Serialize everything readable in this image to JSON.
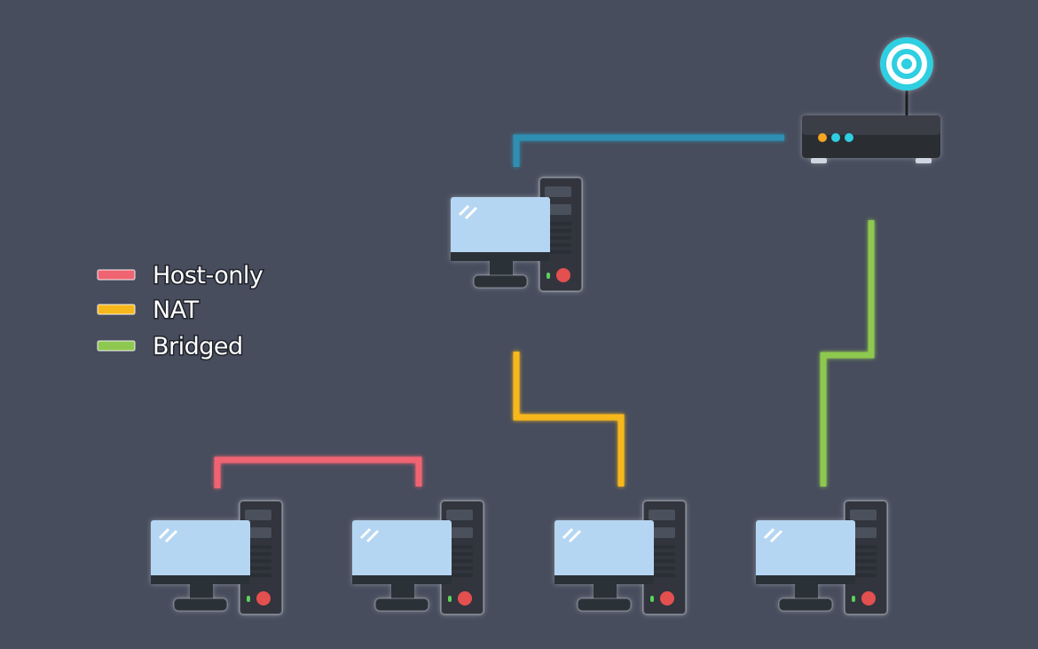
{
  "legend": {
    "items": [
      {
        "label": "Host-only",
        "color": "#f06472"
      },
      {
        "label": "NAT",
        "color": "#f7b81b"
      },
      {
        "label": "Bridged",
        "color": "#8ec850"
      }
    ]
  },
  "colors": {
    "background": "#474d5d",
    "router_link": "#2f8fb3",
    "monitor_screen": "#b5d6f2",
    "tower_body": "#3a3e47",
    "power_button": "#e44f4f",
    "power_led": "#5bd15b",
    "router_body": "#2a2d33",
    "wifi_ring": "#2ecfe0"
  },
  "icons": {
    "router": "router-icon",
    "wifi": "wifi-signal-icon",
    "computer": "desktop-computer-icon"
  },
  "nodes": {
    "host": "host-computer",
    "vm1": "vm-host-only-1",
    "vm2": "vm-host-only-2",
    "vm3": "vm-nat",
    "vm4": "vm-bridged"
  }
}
